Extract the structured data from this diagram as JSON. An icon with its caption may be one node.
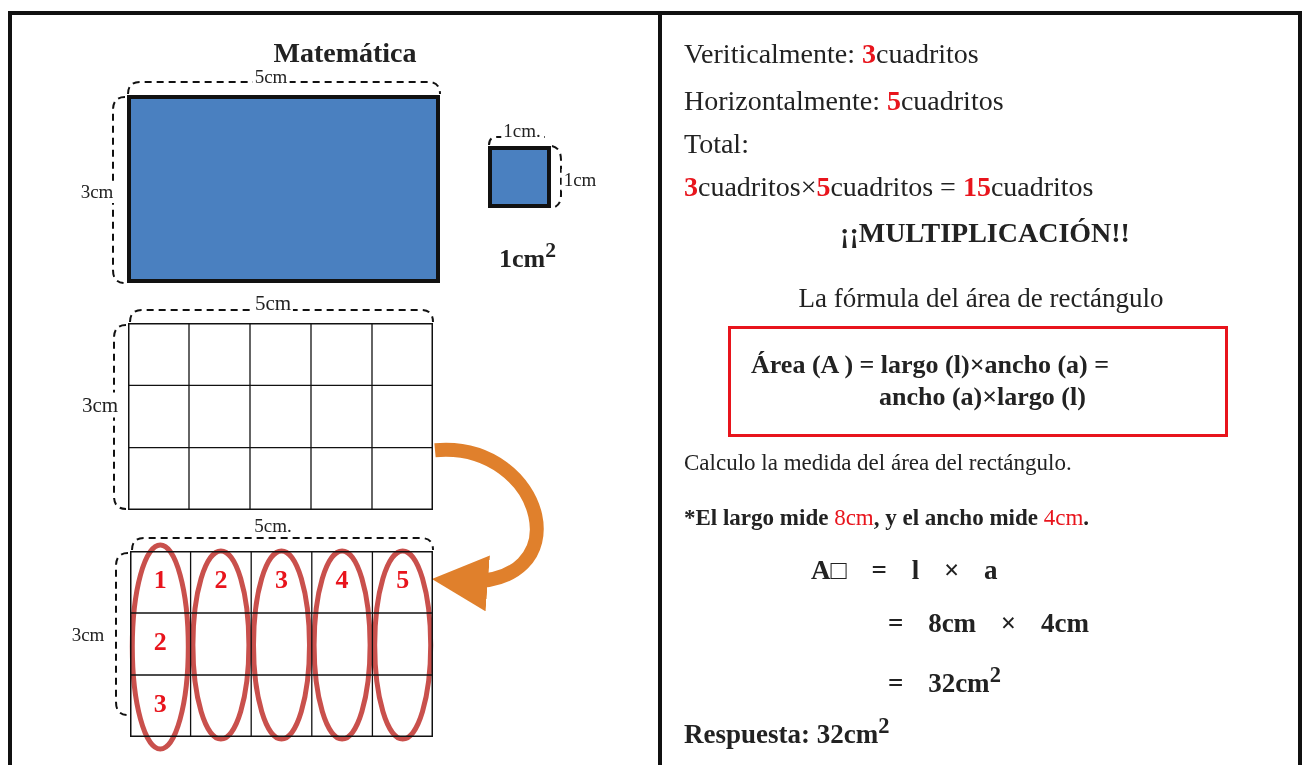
{
  "diagram": {
    "title": "Matemática",
    "nodes": [
      {
        "text": [],
        "shape": "box"
      },
      {
        "text": [],
        "shape": "box",
        "beside": [
          "1cm$^{2}$"
        ]
      },
      {
        "text": [],
        "shape": "box"
      },
      {
        "text": [
          "1",
          "2",
          "3",
          "4",
          "5",
          "2",
          "3"
        ]
      },
      {
        "text": [
          "La fórmula del área de rectángulo",
          "Área (A ) = largo (l)×ancho (a) = ancho (a)×largo (l)"
        ]
      }
    ],
    "edges": [
      {
        "from": 2,
        "to": 3,
        "arrow": "to",
        "color": "#e0802c"
      }
    ],
    "labels": [
      "5cm",
      "3cm",
      "1cm.",
      "1cm",
      "5cm",
      "3cm",
      "5cm.",
      "3cm",
      "Veriticalmente: **3**cuadritos",
      "Horizontalmente: **5**cuadritos",
      "Total:",
      "**3**cuadritos×**5**cuadritos = **15**cuadritos",
      "¡¡MULTIPLICACIÓN!!",
      "Calculo la medida del área del rectángulo.",
      "*El largo mide **8cm**, y el ancho mide **4cm**.",
      "A□ = l × a",
      "= 8cm × 4cm",
      "= 32cm$^{2}$",
      "Respuesta: 32cm$^{2}$"
    ]
  }
}
